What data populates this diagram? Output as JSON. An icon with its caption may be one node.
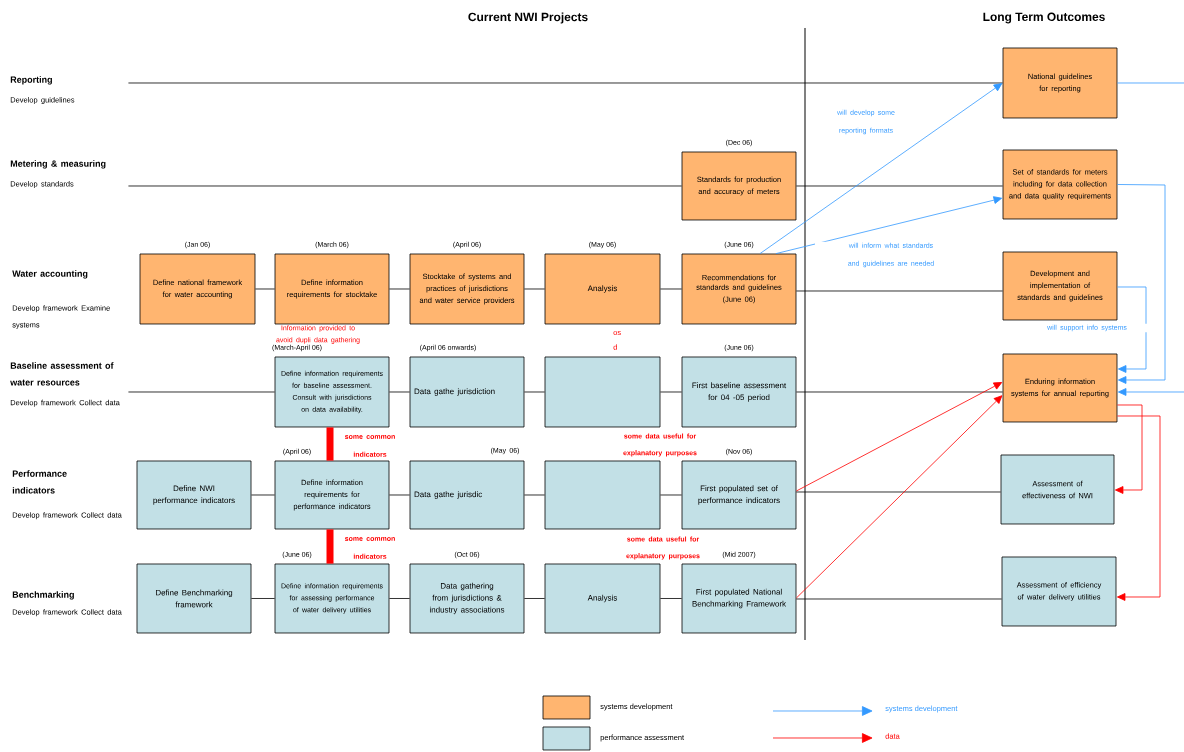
{
  "diagram": {
    "title": "Current NWI Projects",
    "nodes": [
      {
        "text": [
          "Reporting",
          "Develop guidelines"
        ]
      },
      {
        "text": [
          "Metering & measuring",
          "Develop standards"
        ]
      },
      {
        "text": [
          "Baseline assessment of water resources",
          "Develop framework Collect data"
        ]
      },
      {
        "text": [
          "Standards for production and accuracy of meters"
        ],
        "beside": [
          "(Dec 06)"
        ]
      },
      {
        "text": [
          "Define national framework for water accounting"
        ],
        "beside": [
          "(Jan 06)"
        ]
      },
      {
        "text": [
          "Define information requirements for stocktake"
        ],
        "beside": [
          "(March 06)"
        ]
      },
      {
        "text": [
          "Stocktake of systems and practices of jurisdictions and water service providers"
        ],
        "beside": [
          "(April 06)"
        ]
      },
      {
        "text": [
          "Analysis"
        ],
        "beside": [
          "(May 06)"
        ]
      },
      {
        "text": [
          "Recommendations for standards and guidelines",
          "(June 06)"
        ],
        "beside": [
          "(June 06)"
        ]
      },
      {
        "text": [
          "Define information requirements for baseline assessment. Consult with jurisdictions on data availability."
        ],
        "beside": [
          "(March-April 06)"
        ]
      },
      {
        "text": [
          "Data gathe jurisdiction"
        ],
        "beside": [
          "(April 06 onwards)"
        ]
      },
      {
        "text": [],
        "shape": "box"
      },
      {
        "text": [
          "First baseline assessment for 04 -05 period"
        ],
        "beside": [
          "(June 06)"
        ]
      },
      {
        "text": [
          "Define NWI performance indicators"
        ]
      },
      {
        "text": [
          "Define information requirements for performance indicators"
        ],
        "beside": [
          "(April 06)"
        ]
      },
      {
        "text": [
          "Data gathe jurisdic"
        ]
      },
      {
        "text": [],
        "shape": "box"
      },
      {
        "text": [
          "First populated set of performance indicators"
        ],
        "beside": [
          "(Nov 06)"
        ]
      },
      {
        "text": [
          "Define Benchmarking framework"
        ]
      },
      {
        "text": [
          "Define information requirements for assessing performance of water delivery utilities"
        ],
        "beside": [
          "(June 06)"
        ]
      },
      {
        "text": [
          "Data gathering from jurisdictions & industry associations"
        ],
        "beside": [
          "(Oct 06)"
        ]
      },
      {
        "text": [
          "Analysis"
        ]
      },
      {
        "text": [
          "First populated National Benchmarking Framework"
        ],
        "beside": [
          "(Mid 2007)"
        ]
      },
      {
        "text": [
          "National guidelines for reporting"
        ]
      },
      {
        "text": [
          "Set of standards for meters including for data collection and data quality requirements"
        ]
      },
      {
        "text": [
          "Development and implementation of standards and guidelines"
        ]
      },
      {
        "text": [
          "Enduring information systems for annual reporting"
        ]
      },
      {
        "text": [
          "Assessment of effectiveness of NWI"
        ]
      },
      {
        "text": [
          "Assessment of efficiency of water delivery utilities"
        ]
      }
    ],
    "edges": [
      {
        "from": 0,
        "to": 23,
        "arrow": "none"
      },
      {
        "from": 1,
        "to": 3,
        "arrow": "none"
      },
      {
        "from": 3,
        "to": 24,
        "arrow": "none"
      },
      {
        "from": 4,
        "to": 5,
        "arrow": "none"
      },
      {
        "from": 5,
        "to": 6,
        "arrow": "none"
      },
      {
        "from": 6,
        "to": 7,
        "arrow": "none"
      },
      {
        "from": 7,
        "to": 8,
        "arrow": "none"
      },
      {
        "from": 8,
        "to": 25,
        "arrow": "none"
      },
      {
        "from": 2,
        "to": 9,
        "arrow": "none"
      },
      {
        "from": 9,
        "to": 10,
        "arrow": "none"
      },
      {
        "from": 10,
        "to": 11,
        "arrow": "none"
      },
      {
        "from": 11,
        "to": 12,
        "arrow": "none"
      },
      {
        "from": 12,
        "to": 26,
        "arrow": "none"
      },
      {
        "from": 13,
        "to": 14,
        "arrow": "none"
      },
      {
        "from": 14,
        "to": 15,
        "arrow": "none"
      },
      {
        "from": 15,
        "to": 16,
        "arrow": "none"
      },
      {
        "from": 16,
        "to": 17,
        "arrow": "none"
      },
      {
        "from": 17,
        "to": 27,
        "arrow": "none"
      },
      {
        "from": 18,
        "to": 19,
        "arrow": "none"
      },
      {
        "from": 19,
        "to": 20,
        "arrow": "none"
      },
      {
        "from": 20,
        "to": 21,
        "arrow": "none"
      },
      {
        "from": 21,
        "to": 22,
        "arrow": "none"
      },
      {
        "from": 22,
        "to": 28,
        "arrow": "none"
      },
      {
        "from": 8,
        "to": 23,
        "arrow": "to",
        "color": "#3399ff",
        "label": "will develop some reporting formats"
      },
      {
        "from": 8,
        "to": 24,
        "arrow": "to",
        "color": "#3399ff",
        "label": "will inform what standards and guidelines are needed"
      },
      {
        "from": 24,
        "to": 26,
        "arrow": "to",
        "color": "#3399ff"
      },
      {
        "from": 25,
        "to": 26,
        "arrow": "to",
        "color": "#3399ff",
        "label": "will support info systems"
      },
      {
        "from": 23,
        "to": null,
        "arrow": "none",
        "color": "#3399ff"
      },
      {
        "from": null,
        "to": 26,
        "arrow": "to",
        "color": "#3399ff"
      },
      {
        "from": 17,
        "to": 26,
        "arrow": "to",
        "color": "#ff0000"
      },
      {
        "from": 22,
        "to": 26,
        "arrow": "to",
        "color": "#ff0000"
      },
      {
        "from": 26,
        "to": 27,
        "arrow": "to",
        "color": "#ff0000"
      },
      {
        "from": 26,
        "to": 28,
        "arrow": "to",
        "color": "#ff0000"
      },
      {
        "from": 9,
        "to": 14,
        "arrow": "none",
        "color": "#ff0000",
        "style": "thick",
        "label": "some common indicators"
      },
      {
        "from": 14,
        "to": 19,
        "arrow": "none",
        "color": "#ff0000",
        "style": "thick",
        "label": "some common indicators"
      }
    ],
    "labels": [
      "Long Term Outcomes",
      "Water accounting",
      "Develop framework Examine systems",
      "Performance indicators",
      "Develop framework Collect data",
      "Benchmarking",
      "Develop framework Collect data",
      "Information provided to avoid dupli data gathering",
      "os",
      "d",
      "(May 06)",
      "some data useful for explanatory purposes",
      "some data useful for explanatory purposes"
    ],
    "legend": [
      {
        "text": "systems development",
        "color": "#ffb570"
      },
      {
        "text": "performance assessment",
        "color": "#c2e0e6"
      },
      {
        "text": "systems development"
      },
      {
        "text": "data"
      }
    ]
  }
}
